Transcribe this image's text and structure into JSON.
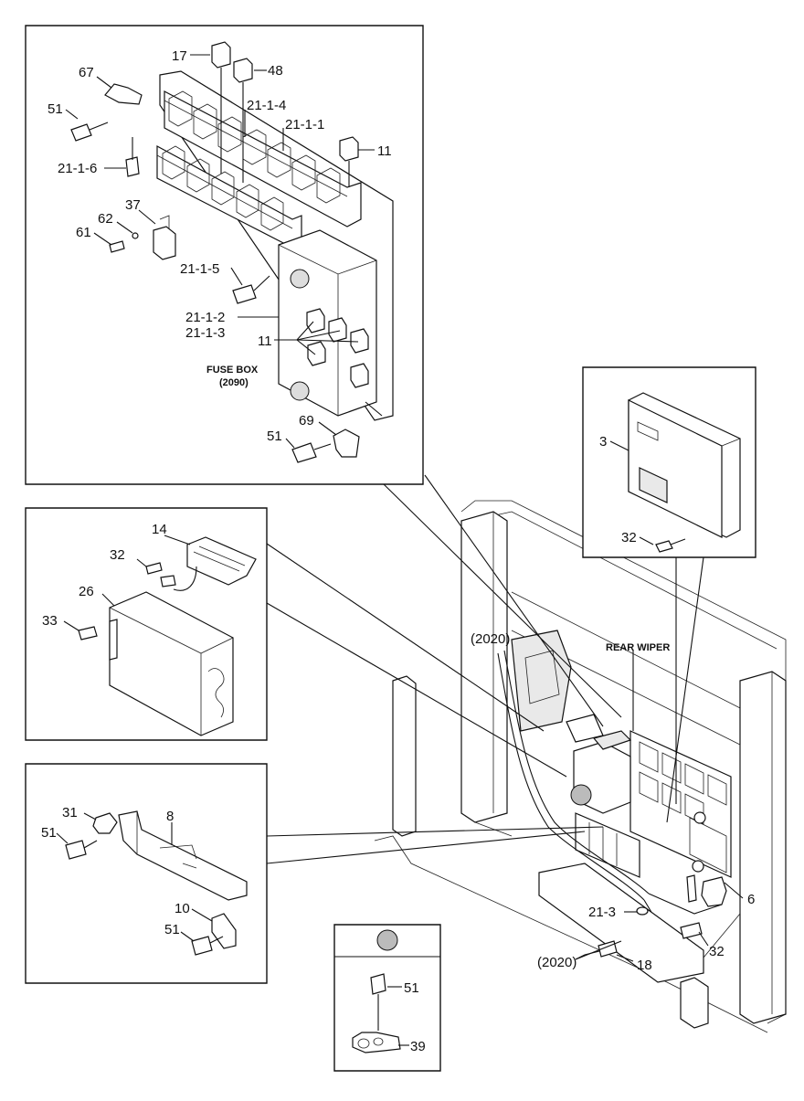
{
  "fuse_box_panel": {
    "labels": {
      "p17": "17",
      "p48": "48",
      "p67": "67",
      "p51a": "51",
      "p21_1_4": "21-1-4",
      "p21_1_1": "21-1-1",
      "p11a": "11",
      "p21_1_6": "21-1-6",
      "p37": "37",
      "p62": "62",
      "p61": "61",
      "p21_1_5": "21-1-5",
      "p21_1_2": "21-1-2",
      "p21_1_3": "21-1-3",
      "p11b": "11",
      "fuse_box": "FUSE BOX",
      "fuse_box_ref": "(2090)",
      "p69": "69",
      "p51b": "51"
    }
  },
  "controller_panel": {
    "labels": {
      "p3": "3",
      "p32": "32"
    }
  },
  "relay_panel": {
    "labels": {
      "p14": "14",
      "p32": "32",
      "p26": "26",
      "p33": "33"
    }
  },
  "bracket_panel": {
    "labels": {
      "p31": "31",
      "p8": "8",
      "p51a": "51",
      "p10": "10",
      "p51b": "51"
    }
  },
  "clamp_panel": {
    "labels": {
      "p51": "51",
      "p39": "39"
    }
  },
  "main_assembly": {
    "labels": {
      "ref2020_top": "(2020)",
      "rear_wiper": "REAR WIPER",
      "p6": "6",
      "p21_3": "21-3",
      "p32": "32",
      "p18": "18",
      "ref2020_bottom": "(2020)"
    }
  }
}
